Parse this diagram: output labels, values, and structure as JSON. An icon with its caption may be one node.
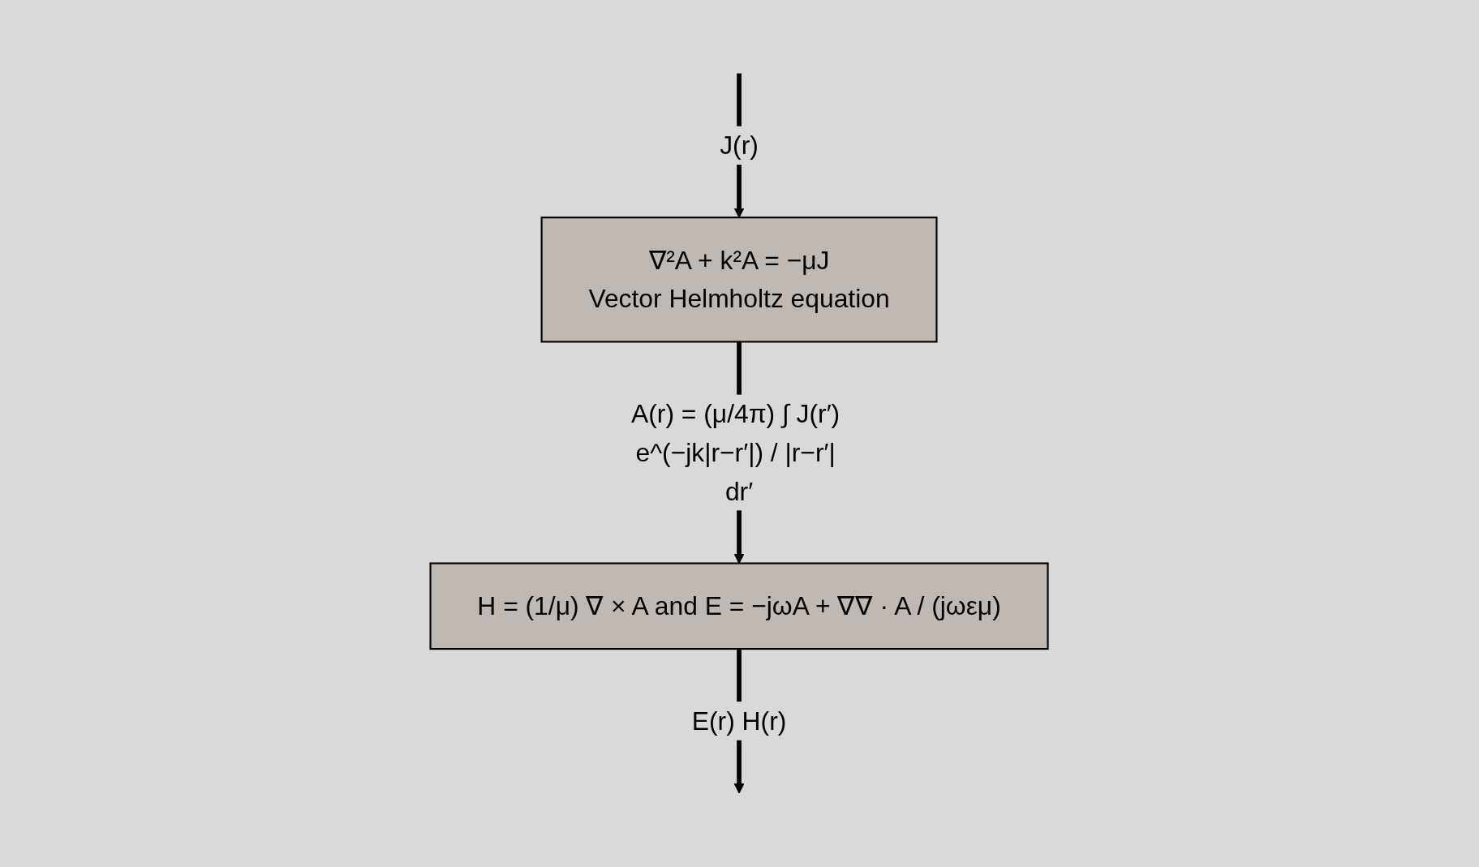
{
  "diagram": {
    "nodes": [
      {
        "text": [
          "∇²A + k²A = −μJ",
          "Vector Helmholtz equation"
        ]
      },
      {
        "text": [
          "H = (1/μ) ∇ × A  and  E = −jωA + ∇∇ · A / (jωεμ)"
        ]
      }
    ],
    "edges": [
      {
        "from": null,
        "to": 0,
        "arrow": "to",
        "label": "J(r)"
      },
      {
        "from": 0,
        "to": 1,
        "arrow": "to",
        "label": "A(r) = (μ/4π) ∫ J(r′) e^(−jk|r−r′|) / |r−r′| dr′"
      },
      {
        "from": 1,
        "to": null,
        "arrow": "to",
        "label": "E(r) H(r)"
      }
    ]
  }
}
